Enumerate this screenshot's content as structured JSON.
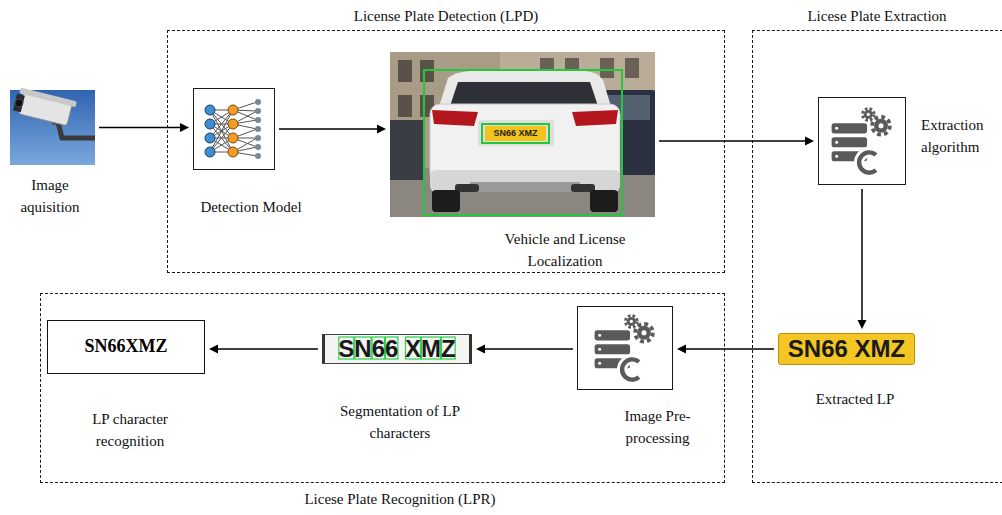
{
  "diagram": {
    "nodes": [
      {
        "text": [
          "Image aquisition"
        ]
      },
      {
        "text": [
          "License Plate Detection (LPD)"
        ]
      },
      {
        "text": [
          "Detection Model"
        ],
        "in": 1
      },
      {
        "text": [
          "SN66 XMZ",
          "Vehicle and License Localization"
        ],
        "in": 1
      },
      {
        "text": [
          "Licese Plate Extraction"
        ]
      },
      {
        "text": [
          "Extraction algorithm"
        ],
        "in": 4
      },
      {
        "text": [
          "SN66 XMZ",
          "Extracted LP"
        ],
        "in": 4
      },
      {
        "text": [
          "Licese Plate Recognition (LPR)"
        ]
      },
      {
        "text": [
          "Image Pre-processing"
        ],
        "in": 7
      },
      {
        "text": [
          "SN66 XMZ",
          "Segmentation of LP characters"
        ],
        "in": 7
      },
      {
        "text": [
          "SN66XMZ",
          "LP character recognition"
        ],
        "in": 7
      }
    ],
    "edges": [
      {
        "from": 0,
        "to": 2,
        "arrow": "to"
      },
      {
        "from": 2,
        "to": 3,
        "arrow": "to"
      },
      {
        "from": 3,
        "to": 5,
        "arrow": "to"
      },
      {
        "from": 5,
        "to": 6,
        "arrow": "to"
      },
      {
        "from": 6,
        "to": 8,
        "arrow": "to"
      },
      {
        "from": 8,
        "to": 9,
        "arrow": "to"
      },
      {
        "from": 9,
        "to": 10,
        "arrow": "to"
      }
    ]
  }
}
